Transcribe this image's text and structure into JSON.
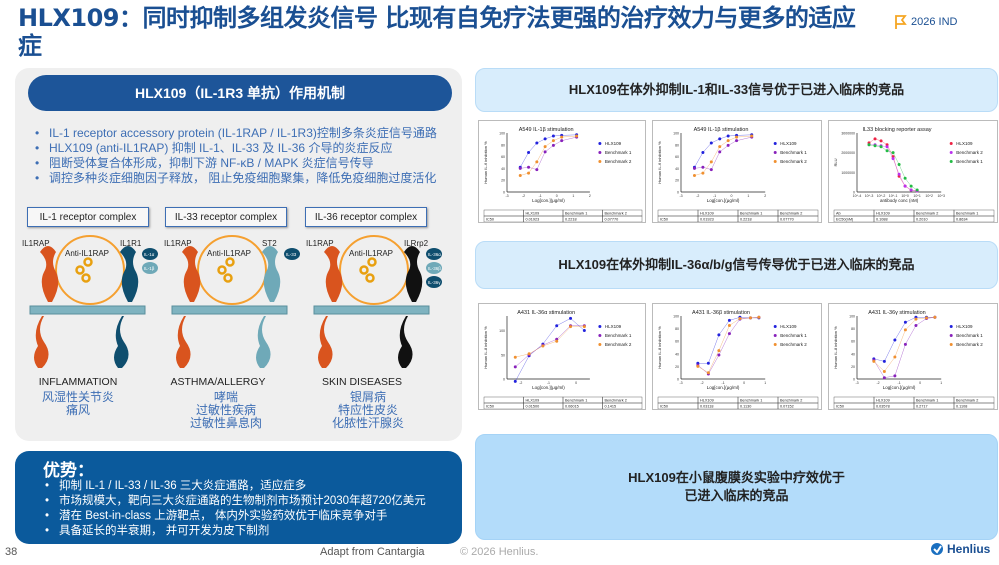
{
  "title": "HLX109：同时抑制多组发炎信号 比现有自免疗法更强的治疗效力与更多的适应症",
  "badge": {
    "label": "2026 IND",
    "icon": "flag-icon",
    "color": "#f5a623"
  },
  "left": {
    "header": "HLX109（IL-1R3 单抗）作用机制",
    "bullets": [
      "IL-1 receptor accessory protein (IL-1RAP / IL-1R3)控制多条炎症信号通路",
      "HLX109 (anti-IL1RAP) 抑制 IL-1、IL-33 及 IL-36 介导的炎症反应",
      "阻断受体复合体形成，抑制下游 NF-κB / MAPK 炎症信号传导",
      "调控多种炎症细胞因子释放， 阻止免疫细胞聚集，降低免疫细胞过度活化"
    ],
    "complexes": [
      {
        "label": "IL-1 receptor complex",
        "left": "IL1RAP",
        "right": "IL1R1",
        "antibody": "Anti-IL1RAP",
        "ligands": [
          "IL-1α",
          "IL-1β"
        ],
        "disease": "INFLAMMATION",
        "indications": [
          "风湿性关节炎",
          "痛风"
        ],
        "color": "#0f4e6e"
      },
      {
        "label": "IL-33 receptor complex",
        "left": "IL1RAP",
        "right": "ST2",
        "antibody": "Anti-IL1RAP",
        "ligands": [
          "IL-33"
        ],
        "disease": "ASTHMA/ALLERGY",
        "indications": [
          "哮喘",
          "过敏性疾病",
          "过敏性鼻息肉"
        ],
        "color": "#6fa9b8"
      },
      {
        "label": "IL-36 receptor complex",
        "left": "IL1RAP",
        "right": "ILRrp2",
        "antibody": "Anti-IL1RAP",
        "ligands": [
          "IL-36α",
          "IL-36β",
          "IL-36γ"
        ],
        "disease": "SKIN DISEASES",
        "indications": [
          "银屑病",
          "特应性皮炎",
          "化脓性汗腺炎"
        ],
        "color": "#111111"
      }
    ]
  },
  "advantages": {
    "title": "优势：",
    "items": [
      "抑制 IL-1 / IL-33 / IL-36 三大炎症通路，适应症多",
      "市场规模大，靶向三大炎症通路的生物制剂市场预计2030年超720亿美元",
      "潜在 Best-in-class 上游靶点， 体内外实验药效优于临床竞争对手",
      "具备延长的半衰期， 并可开发为皮下制剂"
    ]
  },
  "right": {
    "section1": "HLX109在体外抑制IL-1和IL-33信号优于已进入临床的竞品",
    "section2": "HLX109在体外抑制IL-36α/b/g信号传导优于已进入临床的竞品",
    "section3": "HLX109在小鼠腹膜炎实验中疗效优于\n已进入临床的竞品"
  },
  "footer": {
    "page": "38",
    "source": "Adapt from Cantargia",
    "copyright": "© 2026 Henlius.",
    "logo": "Henlius"
  },
  "chart_data": [
    {
      "type": "scatter",
      "title": "A549 IL-1β stimulation",
      "xlabel": "Log[con.](μg/ml)",
      "ylabel": "Human IL-6 inhibition %",
      "xlim": [
        -3,
        2
      ],
      "ylim": [
        0,
        100
      ],
      "series": [
        {
          "name": "HLX109",
          "color": "#2222dd",
          "x": [
            -2.2,
            -1.7,
            -1.2,
            -0.7,
            -0.2,
            0.3,
            1.2
          ],
          "y": [
            42,
            67,
            83,
            90,
            95,
            96,
            97
          ]
        },
        {
          "name": "Benchmark 1",
          "color": "#8822bb",
          "x": [
            -2.2,
            -1.7,
            -1.2,
            -0.7,
            -0.2,
            0.3,
            1.2
          ],
          "y": [
            40,
            42,
            38,
            68,
            79,
            87,
            93
          ]
        },
        {
          "name": "Benchmark 2",
          "color": "#f09030",
          "x": [
            -2.2,
            -1.7,
            -1.2,
            -0.7,
            -0.2,
            0.3,
            1.2
          ],
          "y": [
            28,
            32,
            51,
            77,
            87,
            93,
            95
          ]
        }
      ],
      "table": {
        "headers": [
          "",
          "HLX109",
          "Benchmark 1",
          "Benchmark 2"
        ],
        "row": [
          "IC50",
          "0.01923",
          "0.2218",
          "0.07770"
        ]
      }
    },
    {
      "type": "scatter",
      "title": "A549 IL-1β stimulation",
      "xlabel": "Log[con.](μg/ml)",
      "ylabel": "Human IL-6 inhibition %",
      "xlim": [
        -3,
        2
      ],
      "ylim": [
        0,
        100
      ],
      "series": [
        {
          "name": "HLX109",
          "color": "#2222dd",
          "x": [
            -2.2,
            -1.7,
            -1.2,
            -0.7,
            -0.2,
            0.3,
            1.2
          ],
          "y": [
            42,
            67,
            83,
            90,
            95,
            96,
            97
          ]
        },
        {
          "name": "Benchmark 1",
          "color": "#8822bb",
          "x": [
            -2.2,
            -1.7,
            -1.2,
            -0.7,
            -0.2,
            0.3,
            1.2
          ],
          "y": [
            40,
            42,
            38,
            68,
            79,
            87,
            93
          ]
        },
        {
          "name": "Benchmark 2",
          "color": "#f09030",
          "x": [
            -2.2,
            -1.7,
            -1.2,
            -0.7,
            -0.2,
            0.3,
            1.2
          ],
          "y": [
            28,
            32,
            51,
            77,
            87,
            93,
            95
          ]
        }
      ],
      "table": {
        "headers": [
          "",
          "HLX109",
          "Benchmark 1",
          "Benchmark 2"
        ],
        "row": [
          "IC50",
          "0.01923",
          "0.2218",
          "0.07770"
        ]
      }
    },
    {
      "type": "scatter",
      "title": "IL33 blocking reporter assay",
      "xlabel": "antibody conc (nM)",
      "ylabel": "RLU",
      "xlim": [
        -4,
        3
      ],
      "ylim": [
        0,
        3000000
      ],
      "xscale": "log",
      "series": [
        {
          "name": "HLX109",
          "color": "#ee2244",
          "x": [
            -3,
            -2.5,
            -2,
            -1.5,
            -1,
            -0.5,
            0,
            0.5,
            1
          ],
          "y": [
            2500000,
            2700000,
            2600000,
            2400000,
            1800000,
            800000,
            300000,
            100000,
            50000
          ]
        },
        {
          "name": "Benchmark 2",
          "color": "#bb33ee",
          "x": [
            -3,
            -2.5,
            -2,
            -1.5,
            -1,
            -0.5,
            0,
            0.5,
            1
          ],
          "y": [
            2400000,
            2400000,
            2350000,
            2300000,
            1700000,
            900000,
            300000,
            100000,
            50000
          ]
        },
        {
          "name": "Benchmark 1",
          "color": "#22bb44",
          "x": [
            -3,
            -2.5,
            -2,
            -1.5,
            -1,
            -0.5,
            0,
            0.5,
            1
          ],
          "y": [
            2400000,
            2350000,
            2300000,
            2100000,
            2000000,
            1400000,
            700000,
            300000,
            100000
          ]
        }
      ],
      "table": {
        "headers": [
          "Ab",
          "HLX109",
          "Benchmark 2",
          "Benchmark 1"
        ],
        "row": [
          "EC50(nM)",
          "0.1088",
          "0.2010",
          "0.8634"
        ]
      }
    },
    {
      "type": "scatter",
      "title": "A431 IL-36α stimulation",
      "xlabel": "Log[con.](μg/ml)",
      "ylabel": "Human IL-8 inhibition %",
      "xlim": [
        -2.5,
        0.5
      ],
      "ylim": [
        0,
        130
      ],
      "series": [
        {
          "name": "HLX109",
          "color": "#2222dd",
          "x": [
            -2.2,
            -1.7,
            -1.2,
            -0.7,
            -0.2,
            0.3
          ],
          "y": [
            -5,
            48,
            72,
            110,
            125,
            100
          ]
        },
        {
          "name": "Benchmark 1",
          "color": "#8822bb",
          "x": [
            -2.2,
            -1.7,
            -1.2,
            -0.7,
            -0.2,
            0.3
          ],
          "y": [
            25,
            50,
            70,
            82,
            110,
            110
          ]
        },
        {
          "name": "Benchmark 2",
          "color": "#f09030",
          "x": [
            -2.2,
            -1.7,
            -1.2,
            -0.7,
            -0.2,
            0.3
          ],
          "y": [
            45,
            52,
            68,
            78,
            108,
            108
          ]
        }
      ],
      "table": {
        "headers": [
          "",
          "HLX109",
          "Benchmark 1",
          "Benchmark 2"
        ],
        "row": [
          "IC50",
          "0.01500",
          "0.06015",
          "0.1415"
        ]
      }
    },
    {
      "type": "scatter",
      "title": "A431 IL-36β stimulation",
      "xlabel": "Log[con.](μg/ml)",
      "ylabel": "Human IL-8 inhibition %",
      "xlim": [
        -3,
        1
      ],
      "ylim": [
        0,
        100
      ],
      "series": [
        {
          "name": "HLX109",
          "color": "#2222dd",
          "x": [
            -2.2,
            -1.7,
            -1.2,
            -0.7,
            -0.2,
            0.3,
            0.7
          ],
          "y": [
            25,
            25,
            70,
            93,
            98,
            97,
            97
          ]
        },
        {
          "name": "Benchmark 1",
          "color": "#8822bb",
          "x": [
            -2.2,
            -1.7,
            -1.2,
            -0.7,
            -0.2,
            0.3,
            0.7
          ],
          "y": [
            22,
            8,
            38,
            72,
            95,
            97,
            98
          ]
        },
        {
          "name": "Benchmark 2",
          "color": "#f09030",
          "x": [
            -2.2,
            -1.7,
            -1.2,
            -0.7,
            -0.2,
            0.3,
            0.7
          ],
          "y": [
            20,
            10,
            45,
            85,
            96,
            97,
            98
          ]
        }
      ],
      "table": {
        "headers": [
          "",
          "HLX109",
          "Benchmark 1",
          "Benchmark 2"
        ],
        "row": [
          "IC50",
          "0.03118",
          "0.1130",
          "0.07152"
        ]
      }
    },
    {
      "type": "scatter",
      "title": "A431 IL-36γ stimulation",
      "xlabel": "Log[con.](μg/ml)",
      "ylabel": "Human IL-8 inhibition %",
      "xlim": [
        -3,
        1
      ],
      "ylim": [
        0,
        100
      ],
      "series": [
        {
          "name": "HLX109",
          "color": "#2222dd",
          "x": [
            -2.2,
            -1.7,
            -1.2,
            -0.7,
            -0.2,
            0.3,
            0.7
          ],
          "y": [
            32,
            28,
            62,
            90,
            98,
            98,
            98
          ]
        },
        {
          "name": "Benchmark 1",
          "color": "#8822bb",
          "x": [
            -2.2,
            -1.7,
            -1.2,
            -0.7,
            -0.2,
            0.3,
            0.7
          ],
          "y": [
            30,
            2,
            5,
            55,
            85,
            96,
            98
          ]
        },
        {
          "name": "Benchmark 2",
          "color": "#f09030",
          "x": [
            -2.2,
            -1.7,
            -1.2,
            -0.7,
            -0.2,
            0.3,
            0.7
          ],
          "y": [
            28,
            12,
            35,
            78,
            95,
            97,
            98
          ]
        }
      ],
      "table": {
        "headers": [
          "",
          "HLX109",
          "Benchmark 1",
          "Benchmark 2"
        ],
        "row": [
          "IC50",
          "0.03578",
          "0.2717",
          "0.1108"
        ]
      }
    }
  ]
}
